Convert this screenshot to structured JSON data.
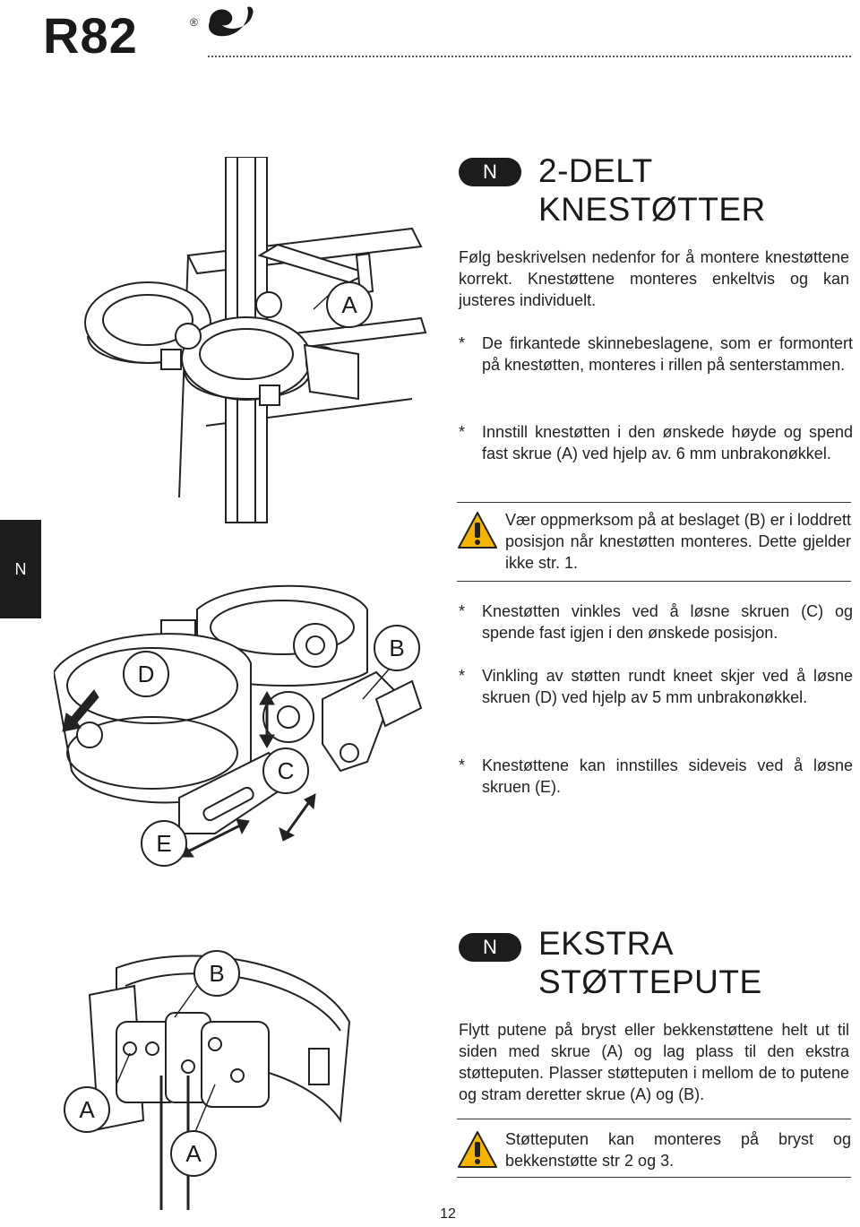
{
  "header": {
    "logo_text": "R82",
    "logo_reg": "®"
  },
  "side_tab": {
    "label": "N"
  },
  "section1": {
    "lang": "N",
    "title_line1": "2-DELT",
    "title_line2": "KNESTØTTER",
    "intro": "Følg beskrivelsen nedenfor for å montere knestøttene korrekt. Knestøttene monteres enkeltvis og kan justeres individuelt.",
    "bullets": [
      "De firkantede skinnebeslagene, som er formontert på knestøtten, monteres i rillen på senterstammen.",
      "Innstill knestøtten i den ønskede høyde og spend fast skrue (A) ved hjelp av. 6 mm unbrakonøkkel."
    ],
    "warning": "Vær oppmerksom på at beslaget (B) er i loddrett posisjon når knestøtten monteres. Dette gjelder ikke str. 1.",
    "bullets2": [
      "Knestøtten vinkles ved å løsne skruen (C) og spende fast igjen i den ønskede posisjon.",
      "Vinkling av støtten rundt kneet skjer ved å løsne skruen (D) ved hjelp av 5 mm unbrakonøkkel.",
      "Knestøttene kan innstilles sideveis ved å løsne skruen (E)."
    ],
    "bullet_marker": "*"
  },
  "figure1": {
    "callout_a": "A"
  },
  "figure2": {
    "callout_b": "B",
    "callout_c": "C",
    "callout_d": "D",
    "callout_e": "E"
  },
  "section2": {
    "lang": "N",
    "title_line1": "EKSTRA",
    "title_line2": "STØTTEPUTE",
    "body": "Flytt putene på bryst eller bekkenstøttene helt ut til siden med skrue (A) og lag plass til den ekstra støtteputen. Plasser støtteputen i mellom de to putene og stram deretter skrue (A) og (B).",
    "warning": "Støtteputen kan monteres på bryst og bekkenstøtte str 2 og 3."
  },
  "figure3": {
    "callout_b": "B",
    "callout_a1": "A",
    "callout_a2": "A"
  },
  "page_number": "12"
}
